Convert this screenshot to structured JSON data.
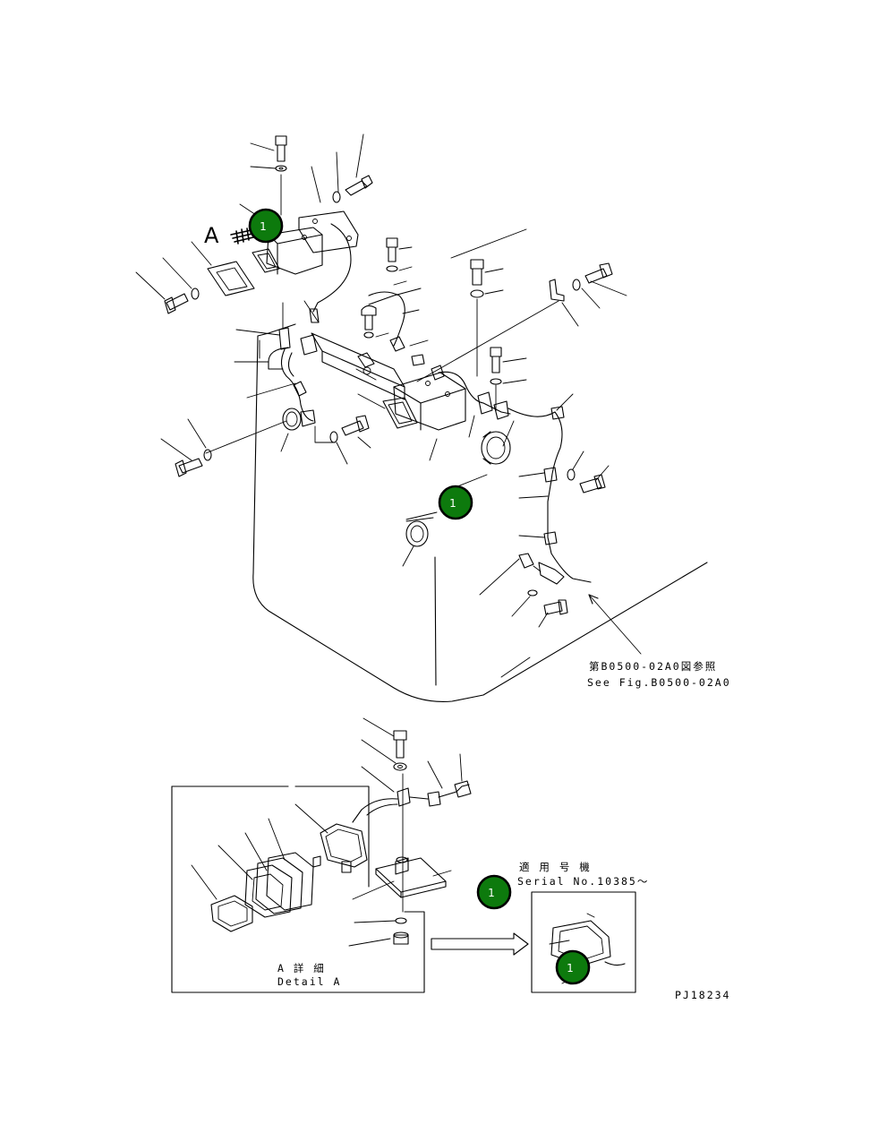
{
  "callout_number": "1",
  "view_label": "A",
  "reference": {
    "ja": "第B0500-02A0図参照",
    "en": "See Fig.B0500-02A0"
  },
  "detail": {
    "ja": "A 詳 細",
    "en": "Detail A"
  },
  "applicability": {
    "ja": "適 用 号 機",
    "en": "Serial No.10385～"
  },
  "figure_id": "PJ18234"
}
